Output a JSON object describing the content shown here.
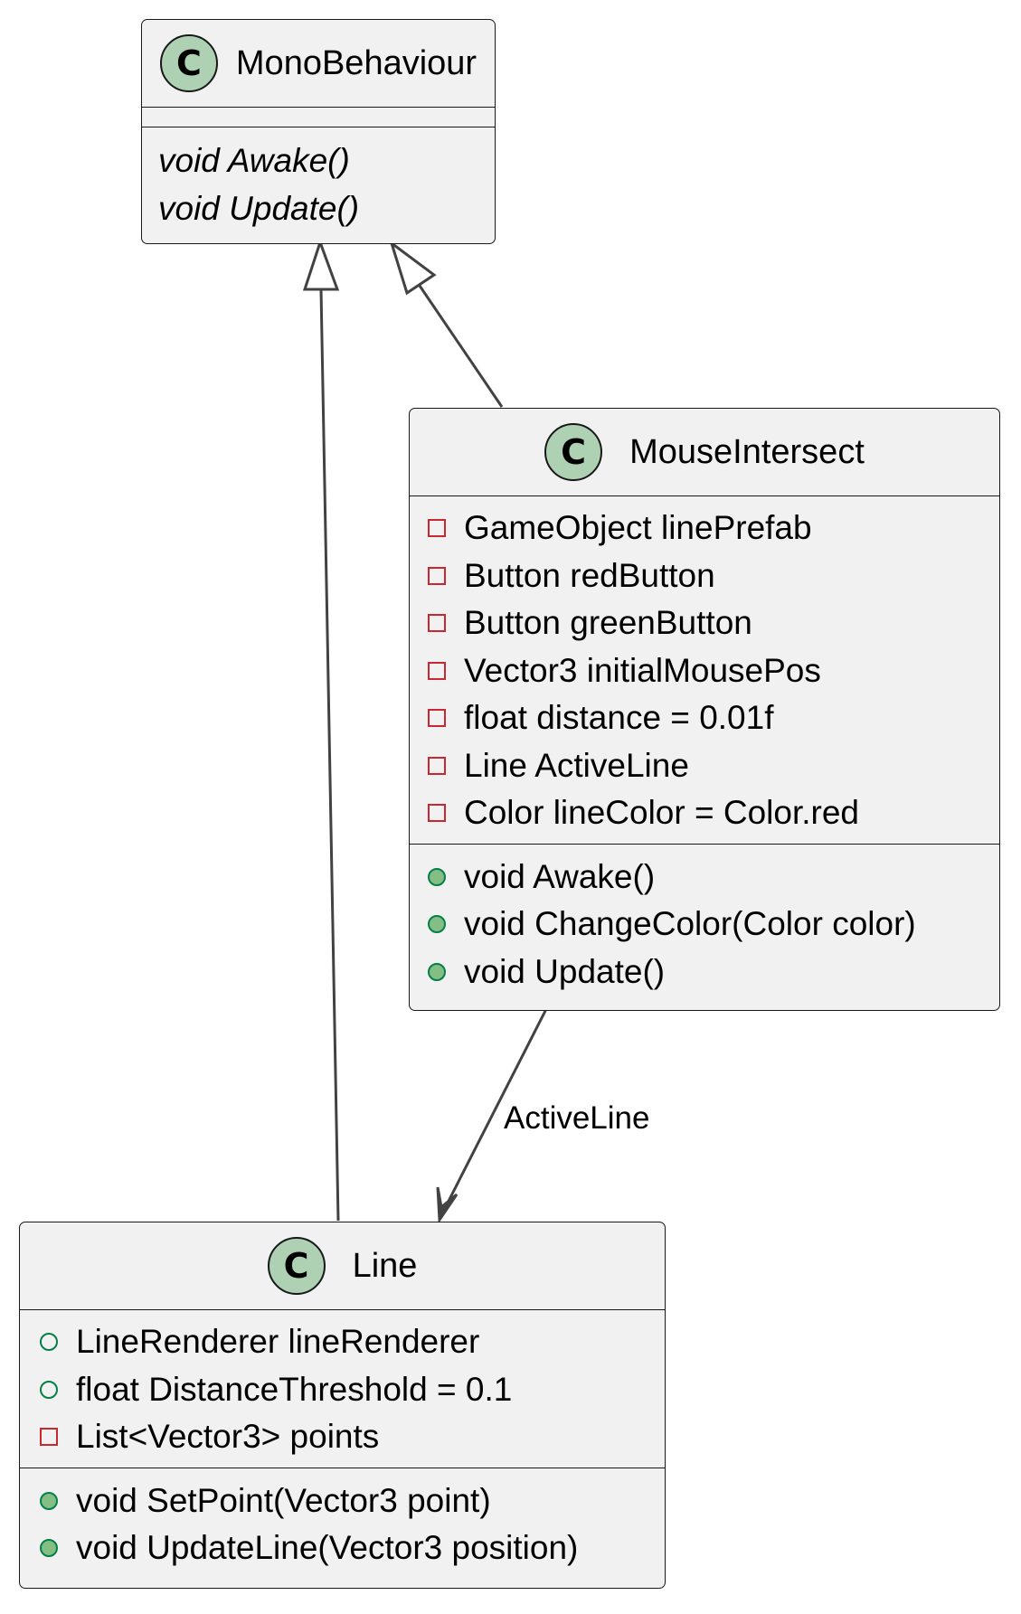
{
  "classes": {
    "mono": {
      "icon": "C",
      "name": "MonoBehaviour",
      "methods": [
        "void Awake()",
        "void Update()"
      ]
    },
    "mouse": {
      "icon": "C",
      "name": "MouseIntersect",
      "fields": [
        "GameObject linePrefab",
        "Button redButton",
        "Button greenButton",
        "Vector3 initialMousePos",
        "float distance = 0.01f",
        "Line ActiveLine",
        "Color lineColor = Color.red"
      ],
      "methods": [
        "void Awake()",
        "void ChangeColor(Color color)",
        "void Update()"
      ]
    },
    "line": {
      "icon": "C",
      "name": "Line",
      "fields": [
        "LineRenderer lineRenderer",
        "float DistanceThreshold = 0.1",
        "List<Vector3> points"
      ],
      "methods": [
        "void SetPoint(Vector3 point)",
        "void UpdateLine(Vector3 position)"
      ]
    }
  },
  "relations": {
    "association_label": "ActiveLine"
  },
  "colors": {
    "box_fill": "#f1f1f1",
    "border": "#181818",
    "icon_fill": "#add1b2",
    "private_marker": "#c82930",
    "public_marker": "#038048",
    "public_method_fill": "#84be84",
    "edge": "#424242"
  }
}
